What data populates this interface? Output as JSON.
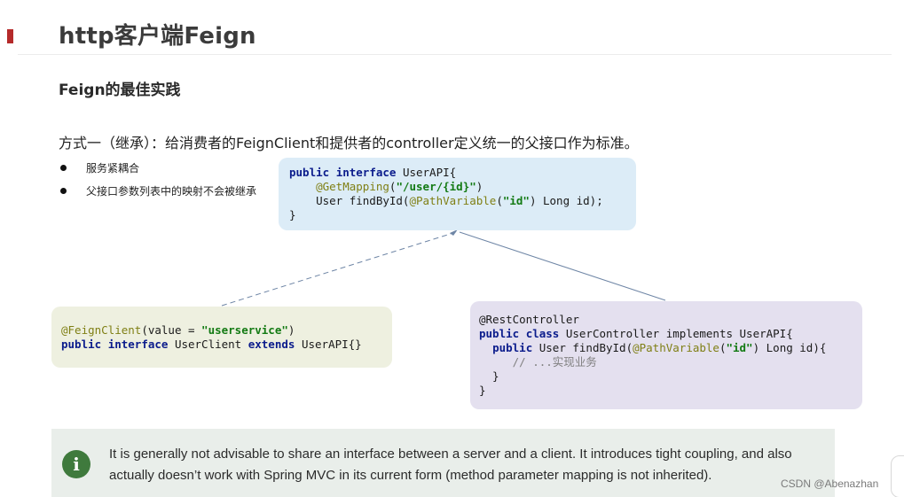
{
  "header": {
    "title": "http客户端Feign"
  },
  "section": {
    "title": "Feign的最佳实践"
  },
  "method": {
    "text": "方式一（继承）：给消费者的FeignClient和提供者的controller定义统一的父接口作为标准。"
  },
  "bullets": [
    "服务紧耦合",
    "父接口参数列表中的映射不会被继承"
  ],
  "code_api": {
    "l1_kw1": "public",
    "l1_kw2": "interface",
    "l1_rest": " UserAPI{",
    "l2_ann": "@GetMapping",
    "l2_open": "(",
    "l2_str": "\"/user/{id}\"",
    "l2_close": ")",
    "l3_pre": "    User findById(",
    "l3_ann": "@PathVariable",
    "l3_open": "(",
    "l3_str": "\"id\"",
    "l3_close": ") Long id);",
    "l4": "}"
  },
  "code_client": {
    "l1_ann": "@FeignClient",
    "l1_open": "(value = ",
    "l1_str": "\"userservice\"",
    "l1_close": ")",
    "l2_kw1": "public",
    "l2_kw2": "interface",
    "l2_mid": " UserClient ",
    "l2_kw3": "extends",
    "l2_rest": " UserAPI{}"
  },
  "code_controller": {
    "l1": "@RestController",
    "l2_kw1": "public",
    "l2_kw2": "class",
    "l2_rest": " UserController implements UserAPI{",
    "l3_kw": "public",
    "l3_mid": " User findById(",
    "l3_ann": "@PathVariable",
    "l3_open": "(",
    "l3_str": "\"id\"",
    "l3_close": ") Long id){",
    "l4": "// ...实现业务",
    "l5": "  }",
    "l6": "}"
  },
  "note": {
    "icon": "info-icon",
    "icon_glyph": "i",
    "text": "It is generally not advisable to share an interface between a server and a client. It introduces tight coupling, and also actually doesn’t work with Spring MVC in its current form (method parameter mapping is not inherited)."
  },
  "watermark": {
    "text": "CSDN @Abenazhan"
  },
  "colors": {
    "accent": "#b52a2a",
    "api_box": "#dcecf7",
    "client_box": "#eef0e0",
    "controller_box": "#e4e0ef",
    "note_box": "#e9eeea",
    "info_icon": "#3f7a3d",
    "arrow": "#6f86a6"
  }
}
